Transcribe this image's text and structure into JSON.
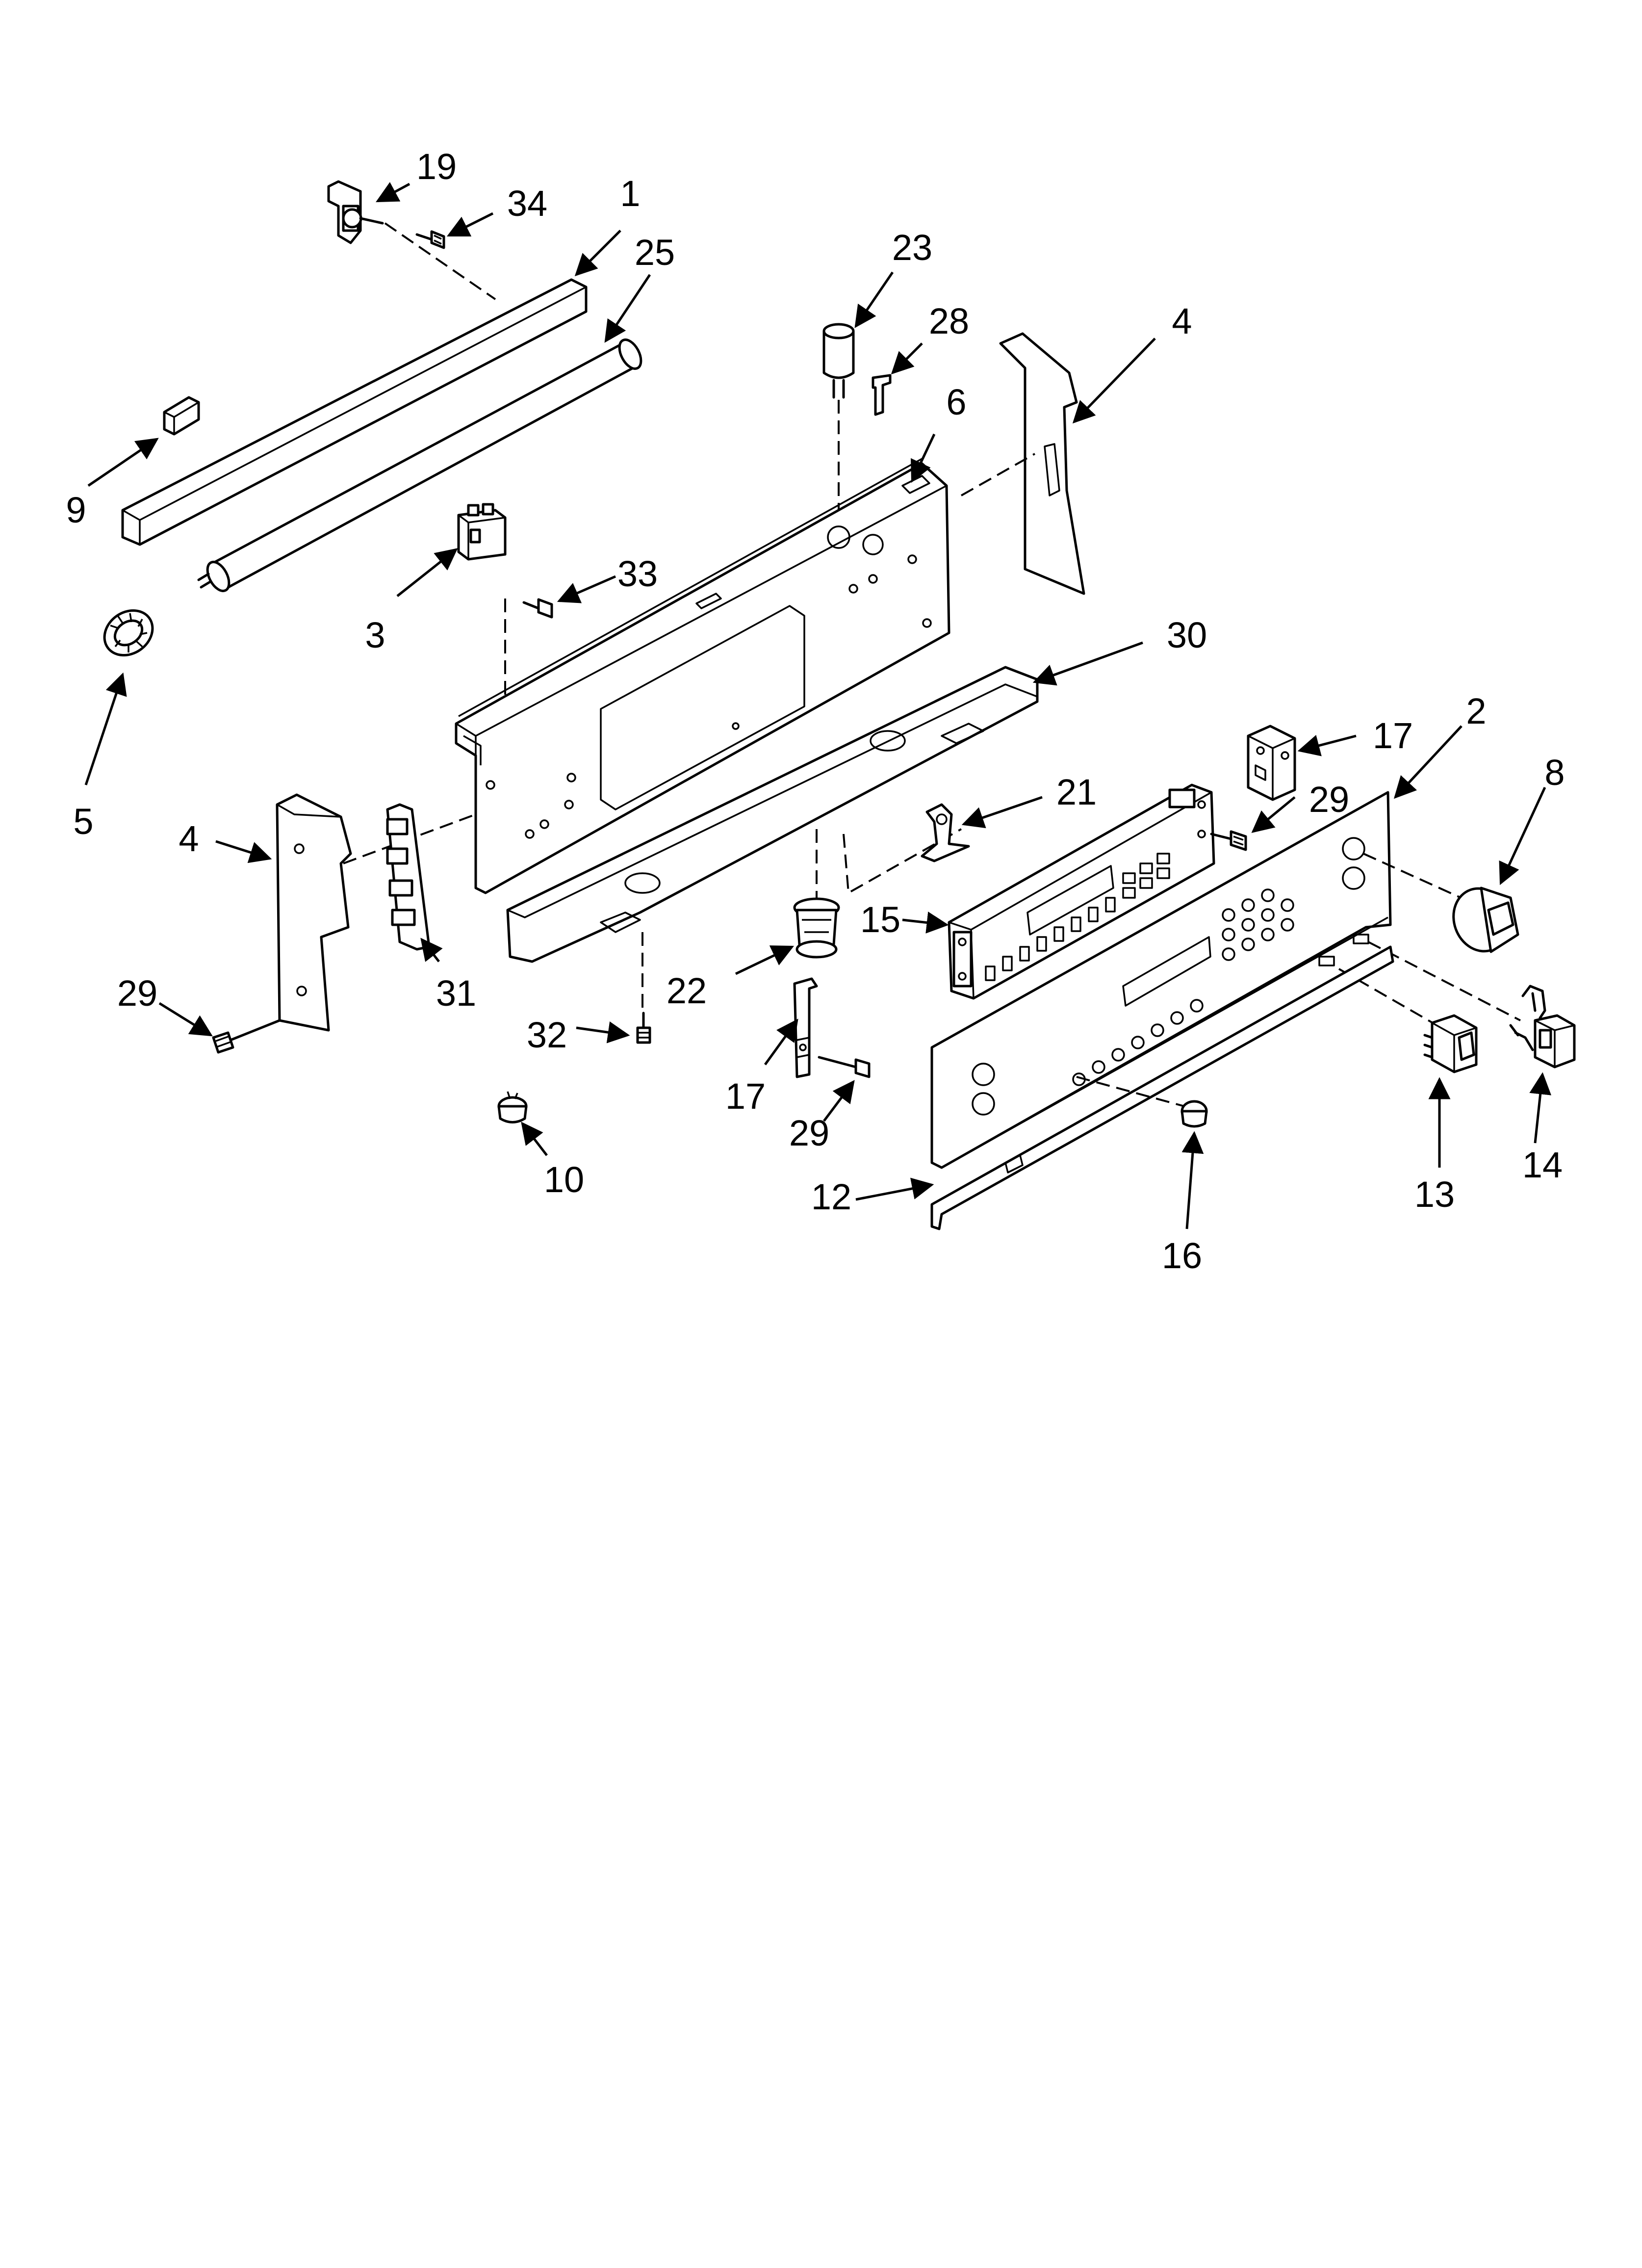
{
  "callouts": [
    {
      "label": "19"
    },
    {
      "label": "34"
    },
    {
      "label": "1"
    },
    {
      "label": "25"
    },
    {
      "label": "23"
    },
    {
      "label": "28"
    },
    {
      "label": "4"
    },
    {
      "label": "6"
    },
    {
      "label": "9"
    },
    {
      "label": "33"
    },
    {
      "label": "3"
    },
    {
      "label": "30"
    },
    {
      "label": "5"
    },
    {
      "label": "17"
    },
    {
      "label": "2"
    },
    {
      "label": "8"
    },
    {
      "label": "21"
    },
    {
      "label": "29"
    },
    {
      "label": "4"
    },
    {
      "label": "15"
    },
    {
      "label": "29"
    },
    {
      "label": "31"
    },
    {
      "label": "22"
    },
    {
      "label": "32"
    },
    {
      "label": "17"
    },
    {
      "label": "29"
    },
    {
      "label": "10"
    },
    {
      "label": "12"
    },
    {
      "label": "13"
    },
    {
      "label": "14"
    },
    {
      "label": "16"
    }
  ]
}
